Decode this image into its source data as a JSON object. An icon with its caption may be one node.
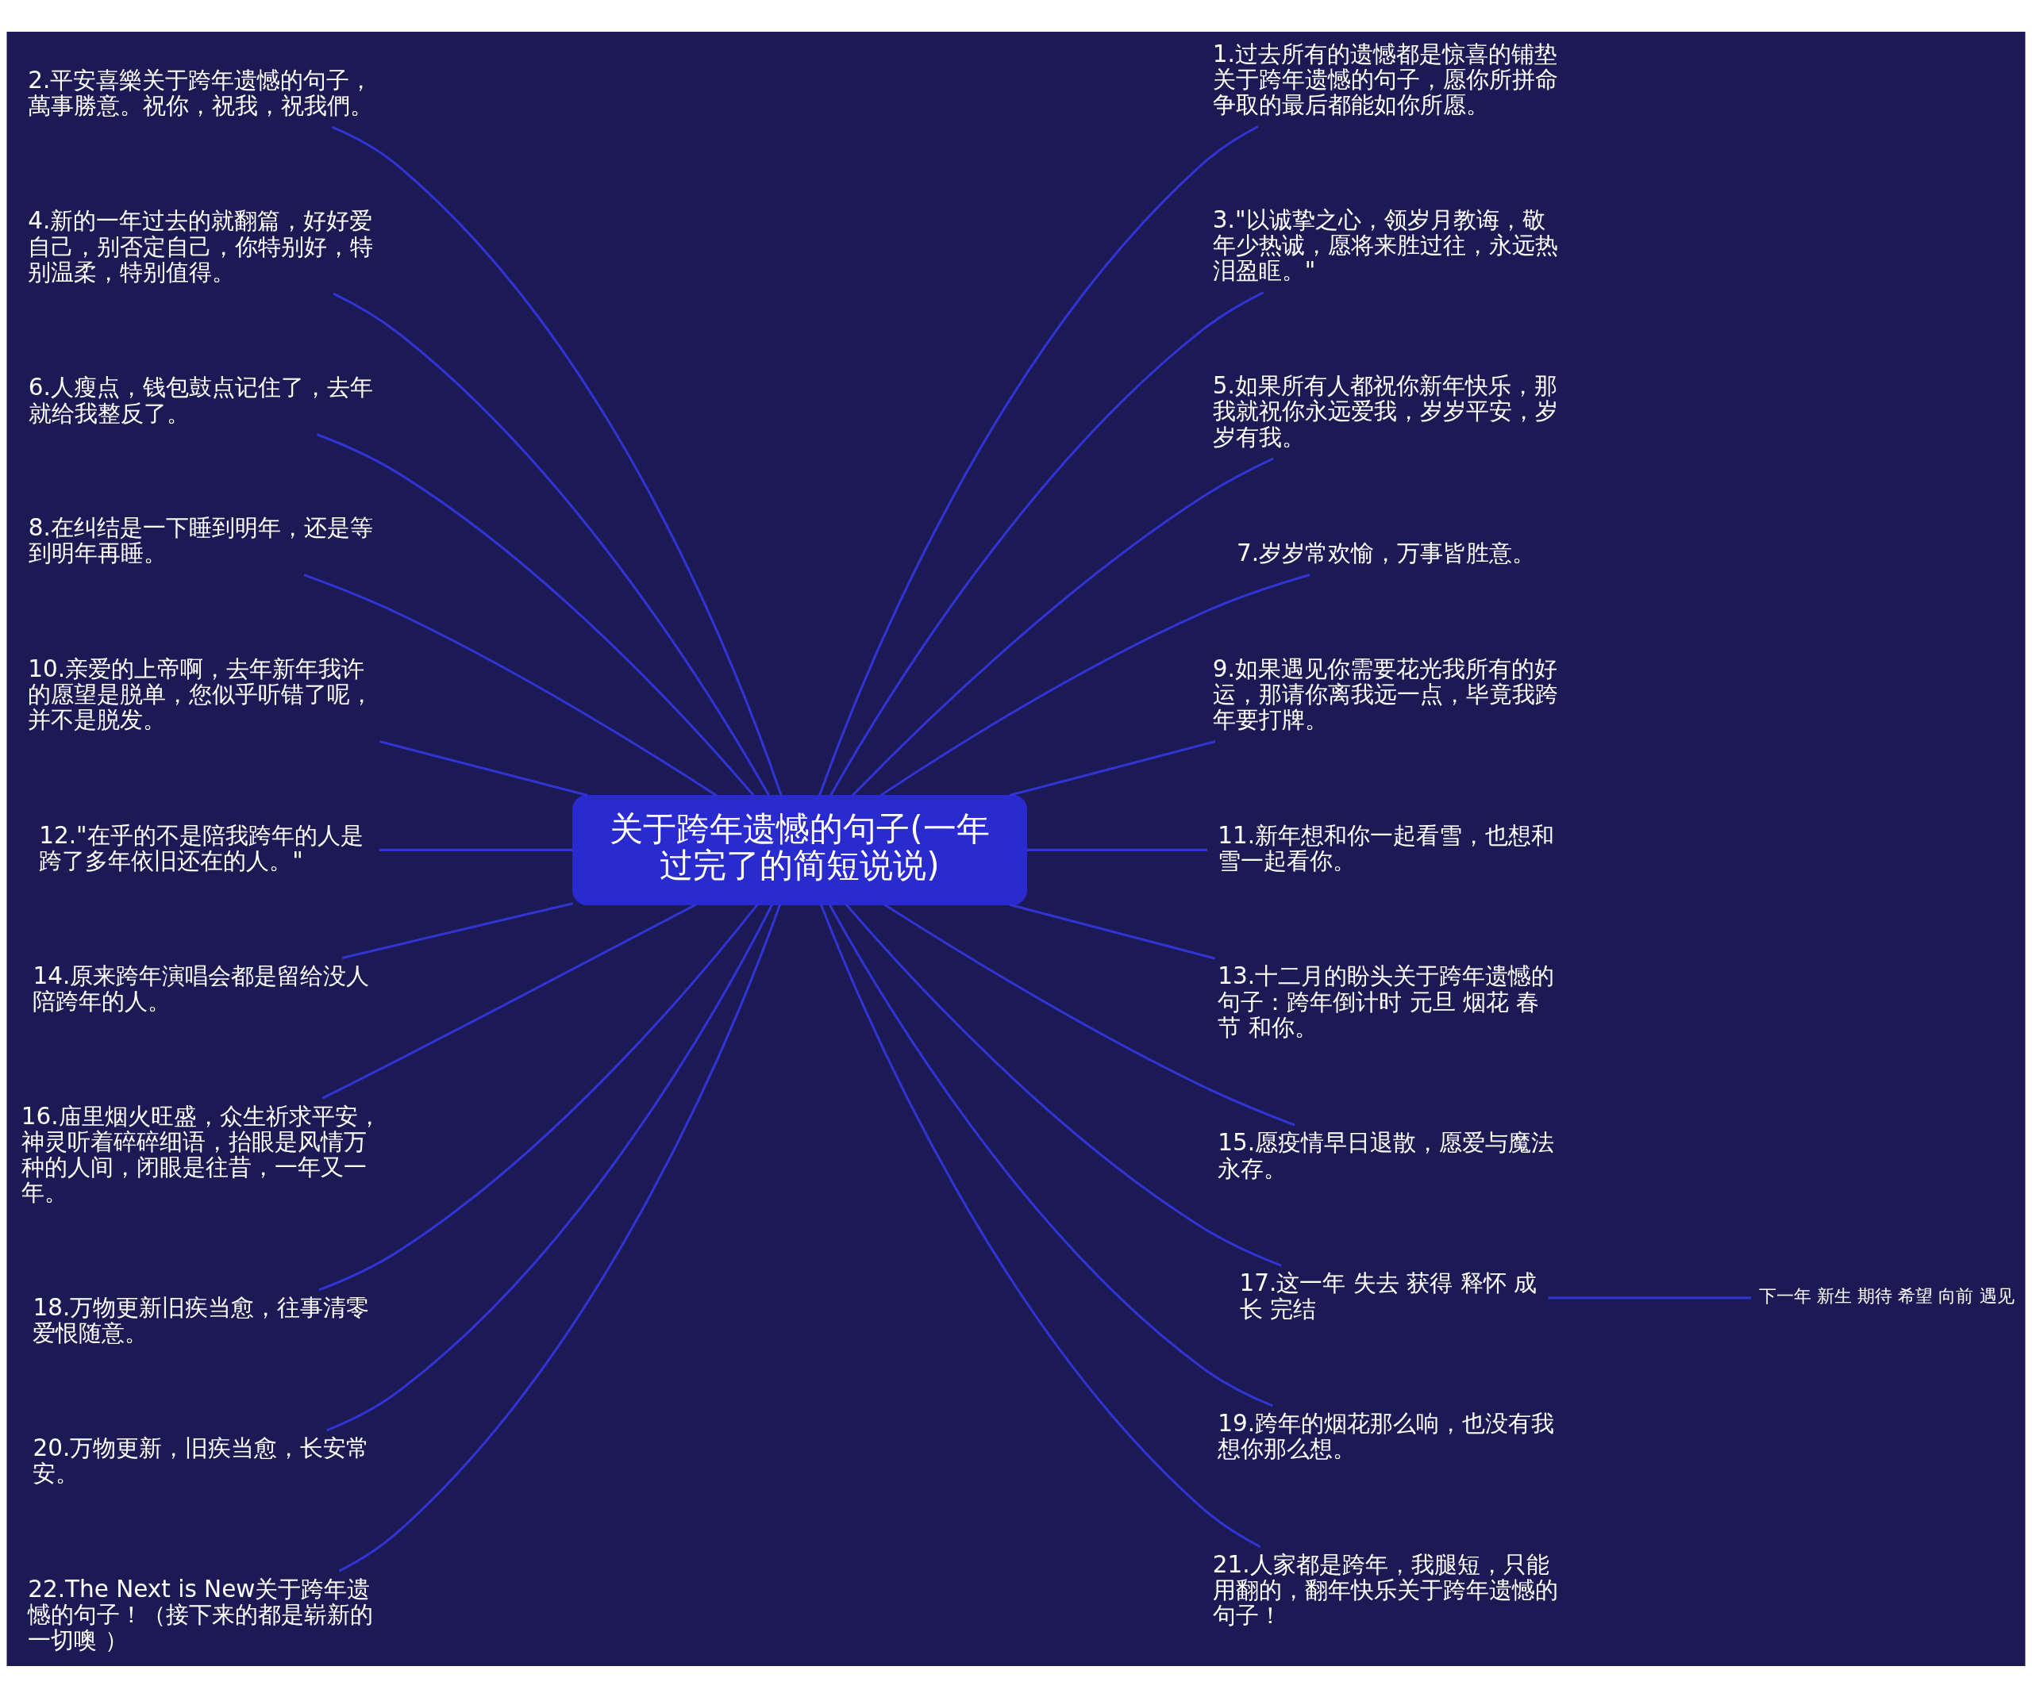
{
  "diagram": {
    "nodes": [
      {
        "text": [
          "关于跨年遗憾的句子(一年过完了的简短说说)"
        ]
      },
      {
        "text": [
          "1.过去所有的遗憾都是惊喜的铺垫关于跨年遗憾的句子，愿你所拼命争取的最后都能如你所愿。"
        ]
      },
      {
        "text": [
          "2.平安喜樂关于跨年遗憾的句子，萬事勝意。祝你，祝我，祝我們。"
        ]
      },
      {
        "text": [
          "3.\"以诚挚之心，领岁月教诲，敬年少热诚，愿将来胜过往，永远热泪盈眶。\""
        ]
      },
      {
        "text": [
          "4.新的一年过去的就翻篇，好好爱自己，别否定自己，你特别好，特别温柔，特别值得。"
        ]
      },
      {
        "text": [
          "5.如果所有人都祝你新年快乐，那我就祝你永远爱我，岁岁平安，岁岁有我。"
        ]
      },
      {
        "text": [
          "6.人瘦点，钱包鼓点记住了，去年就给我整反了。"
        ]
      },
      {
        "text": [
          "7.岁岁常欢愉，万事皆胜意。"
        ]
      },
      {
        "text": [
          "8.在纠结是一下睡到明年，还是等到明年再睡。"
        ]
      },
      {
        "text": [
          "9.如果遇见你需要花光我所有的好运，那请你离我远一点，毕竟我跨年要打牌。"
        ]
      },
      {
        "text": [
          "10.亲爱的上帝啊，去年新年我许的愿望是脱单，您似乎听错了呢，并不是脱发。"
        ]
      },
      {
        "text": [
          "11.新年想和你一起看雪，也想和雪一起看你。"
        ]
      },
      {
        "text": [
          "12.\"在乎的不是陪我跨年的人是跨了多年依旧还在的人。\""
        ]
      },
      {
        "text": [
          "13.十二月的盼头关于跨年遗憾的句子：跨年倒计时 元旦 烟花 春节 和你。"
        ]
      },
      {
        "text": [
          "14.原来跨年演唱会都是留给没人陪跨年的人。"
        ]
      },
      {
        "text": [
          "15.愿疫情早日退散，愿爱与魔法永存。"
        ]
      },
      {
        "text": [
          "16.庙里烟火旺盛，众生祈求平安，神灵听着碎碎细语，抬眼是风情万种的人间，闭眼是往昔，一年又一年。"
        ]
      },
      {
        "text": [
          "17.这一年 失去 获得 释怀 成长 完结"
        ]
      },
      {
        "text": [
          "下一年 新生 期待 希望 向前 遇见"
        ]
      },
      {
        "text": [
          "18.万物更新旧疾当愈，往事清零爱恨随意。"
        ]
      },
      {
        "text": [
          "19.跨年的烟花那么响，也没有我想你那么想。"
        ]
      },
      {
        "text": [
          "20.万物更新，旧疾当愈，长安常安。"
        ]
      },
      {
        "text": [
          "21.人家都是跨年，我腿短，只能用翻的，翻年快乐关于跨年遗憾的句子！"
        ]
      },
      {
        "text": [
          "22.The Next is New关于跨年遗憾的句子！（接下来的都是崭新的一切噢 ）"
        ]
      }
    ],
    "edges": [
      {
        "from": 0,
        "to": 1,
        "arrow": "none"
      },
      {
        "from": 2,
        "to": 0,
        "arrow": "none"
      },
      {
        "from": 0,
        "to": 3,
        "arrow": "none"
      },
      {
        "from": 4,
        "to": 0,
        "arrow": "none"
      },
      {
        "from": 0,
        "to": 5,
        "arrow": "none"
      },
      {
        "from": 6,
        "to": 0,
        "arrow": "none"
      },
      {
        "from": 0,
        "to": 7,
        "arrow": "none"
      },
      {
        "from": 8,
        "to": 0,
        "arrow": "none"
      },
      {
        "from": 0,
        "to": 9,
        "arrow": "none"
      },
      {
        "from": 10,
        "to": 0,
        "arrow": "none"
      },
      {
        "from": 0,
        "to": 11,
        "arrow": "none"
      },
      {
        "from": 12,
        "to": 0,
        "arrow": "none"
      },
      {
        "from": 0,
        "to": 13,
        "arrow": "none"
      },
      {
        "from": 14,
        "to": 0,
        "arrow": "none"
      },
      {
        "from": 0,
        "to": 15,
        "arrow": "none"
      },
      {
        "from": 16,
        "to": 0,
        "arrow": "none"
      },
      {
        "from": 0,
        "to": 17,
        "arrow": "none"
      },
      {
        "from": 17,
        "to": 18,
        "arrow": "none"
      },
      {
        "from": 19,
        "to": 0,
        "arrow": "none"
      },
      {
        "from": 0,
        "to": 20,
        "arrow": "none"
      },
      {
        "from": 21,
        "to": 0,
        "arrow": "none"
      },
      {
        "from": 0,
        "to": 22,
        "arrow": "none"
      },
      {
        "from": 23,
        "to": 0,
        "arrow": "none"
      }
    ]
  }
}
